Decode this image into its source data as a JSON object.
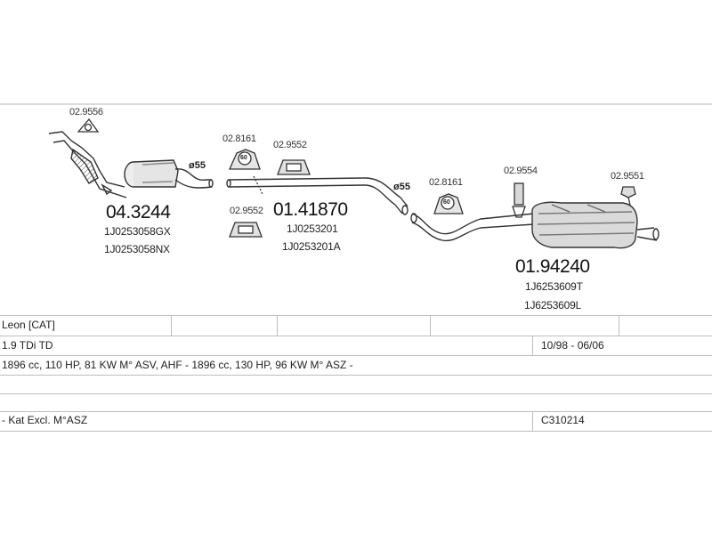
{
  "parts": {
    "front_pipe": {
      "number": "04.3244",
      "oem": [
        "1J0253058GX",
        "1J0253058NX"
      ]
    },
    "middle_box": {
      "number": "01.41870",
      "oem": [
        "1J0253201",
        "1J0253201A"
      ]
    },
    "rear_box": {
      "number": "01.94240",
      "oem": [
        "1J6253609T",
        "1J6253609L"
      ]
    }
  },
  "fittings": {
    "gasket": "02.9556",
    "clamp_a": "02.8161",
    "clamp_a_size": "60",
    "mount_a": "02.9552",
    "mount_b": "02.9552",
    "clamp_b": "02.8161",
    "clamp_b_size": "60",
    "hanger": "02.9554",
    "bracket": "02.9551"
  },
  "diameters": {
    "front": "ø55",
    "middle": "ø55"
  },
  "vehicle": {
    "model": "Leon  [CAT]",
    "engine": "1.9 TDi TD",
    "years": "10/98 - 06/06",
    "spec": "1896 cc, 110 HP, 81 KW M° ASV, AHF - 1896 cc, 130 HP, 96 KW M° ASZ -",
    "note": "- Kat Excl. M°ASZ",
    "code": "C310214"
  }
}
